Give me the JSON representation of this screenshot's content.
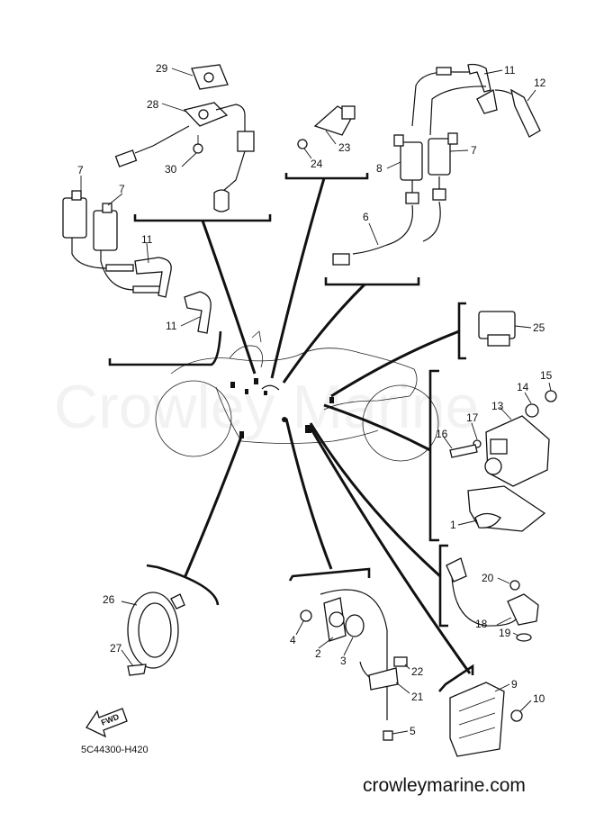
{
  "watermark": "Crowley Marine",
  "website": "crowleymarine.com",
  "diagram_code": "5C44300-H420",
  "fwd_label": "FWD",
  "callouts": [
    "1",
    "2",
    "3",
    "4",
    "5",
    "6",
    "7",
    "7",
    "7",
    "8",
    "9",
    "10",
    "11",
    "11",
    "11",
    "12",
    "13",
    "14",
    "15",
    "16",
    "17",
    "18",
    "19",
    "20",
    "21",
    "22",
    "23",
    "24",
    "25",
    "26",
    "27",
    "28",
    "29",
    "30"
  ]
}
